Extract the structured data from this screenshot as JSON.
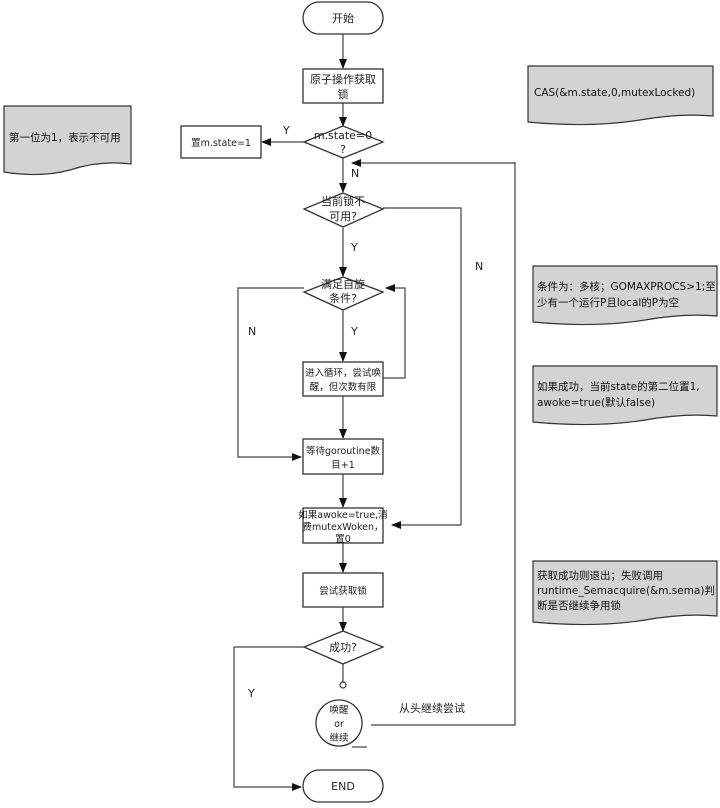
{
  "nodes": {
    "start": "开始",
    "cas": [
      "原子操作获取",
      "锁"
    ],
    "state_check": [
      "m.state=0",
      "?"
    ],
    "set_state": "置m.state=1",
    "unavailable": [
      "当前锁不",
      "可用?"
    ],
    "spin_cond": [
      "满足自旋",
      "条件?"
    ],
    "spin_loop": [
      "进入循环，尝试唤",
      "醒，但次数有限"
    ],
    "wait_count": [
      "等待goroutine数",
      "目+1"
    ],
    "awoke": [
      "如果awoke=true,消",
      "费mutexWoken，",
      "置0"
    ],
    "try_lock": "尝试获取锁",
    "success": "成功?",
    "wake_or_continue": [
      "唤醒",
      "or",
      "继续"
    ],
    "end": "END"
  },
  "edge_labels": {
    "state_y": "Y",
    "state_n": "N",
    "unavail_y": "Y",
    "unavail_n": "N",
    "spin_y": "Y",
    "spin_n": "N",
    "success_y": "Y",
    "retry": "从头继续尝试"
  },
  "notes": {
    "bit1": "第一位为1，表示不可用",
    "cas": "CAS(&m.state,0,mutexLocked)",
    "spin": [
      "条件为：多核；GOMAXPROCS>1;至",
      "少有一个运行P且local的P为空"
    ],
    "awoke": [
      "如果成功，当前state的第二位置1,",
      "awoke=true(默认false)"
    ],
    "sema": [
      "获取成功则退出；失败调用",
      "runtime_Semacquire(&m.sema)判",
      "断是否继续争用锁"
    ]
  }
}
